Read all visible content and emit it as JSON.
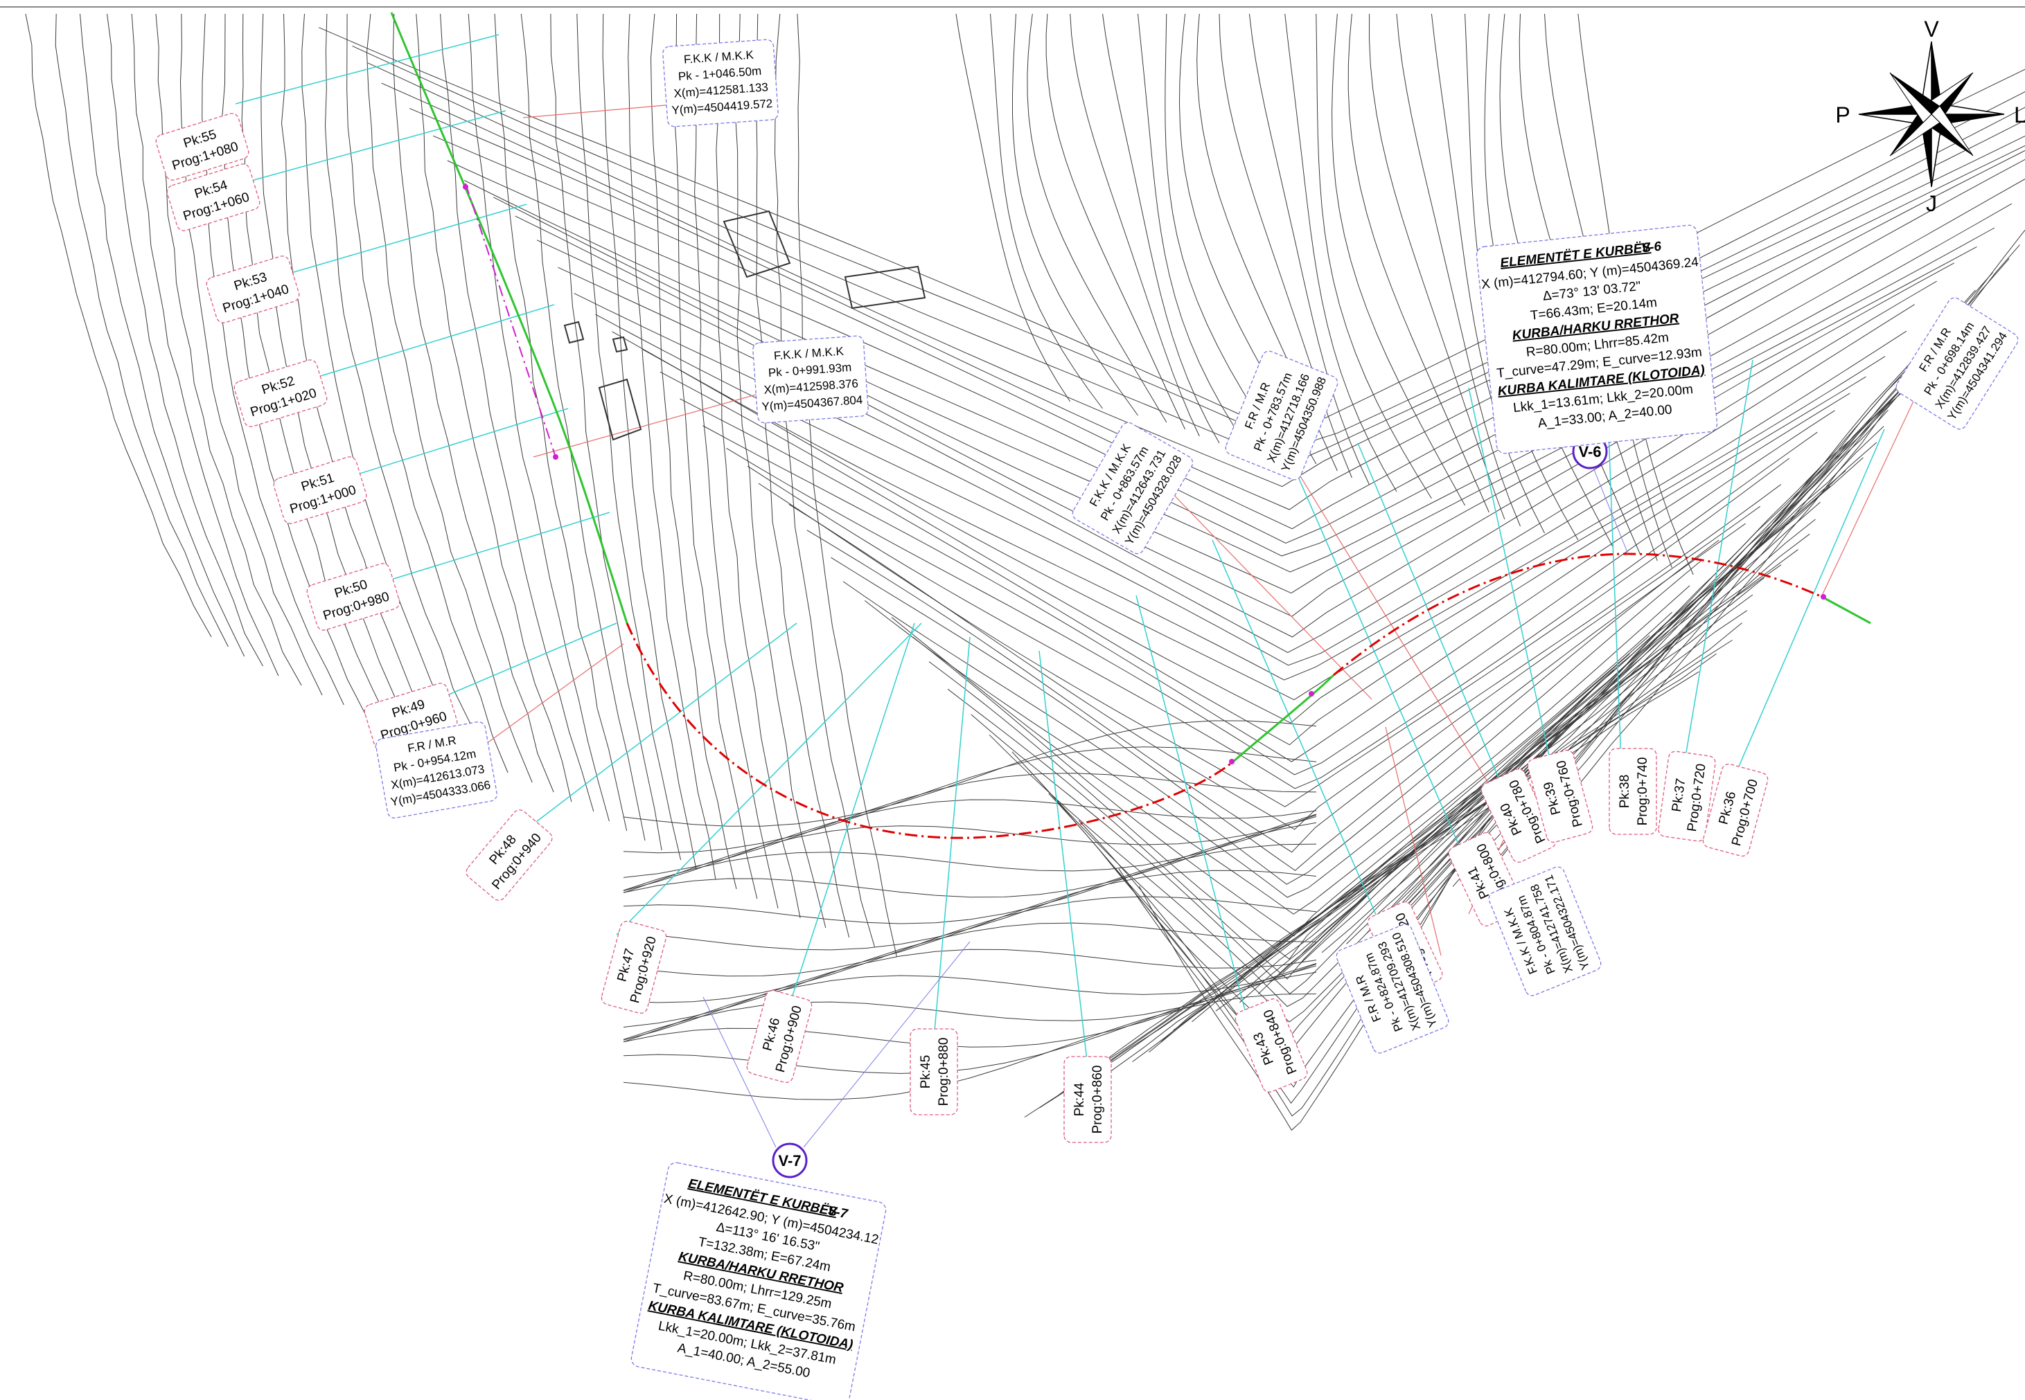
{
  "compass": {
    "north": "V",
    "south": "J",
    "west": "P",
    "east": "L"
  },
  "stations": [
    {
      "pk": "Pk:55",
      "prog": "Prog:1+080"
    },
    {
      "pk": "Pk:54",
      "prog": "Prog:1+060"
    },
    {
      "pk": "Pk:53",
      "prog": "Prog:1+040"
    },
    {
      "pk": "Pk:52",
      "prog": "Prog:1+020"
    },
    {
      "pk": "Pk:51",
      "prog": "Prog:1+000"
    },
    {
      "pk": "Pk:50",
      "prog": "Prog:0+980"
    },
    {
      "pk": "Pk:49",
      "prog": "Prog:0+960"
    },
    {
      "pk": "Pk:48",
      "prog": "Prog:0+940"
    },
    {
      "pk": "Pk:47",
      "prog": "Prog:0+920"
    },
    {
      "pk": "Pk:46",
      "prog": "Prog:0+900"
    },
    {
      "pk": "Pk:45",
      "prog": "Prog:0+880"
    },
    {
      "pk": "Pk:44",
      "prog": "Prog:0+860"
    },
    {
      "pk": "Pk:43",
      "prog": "Prog:0+840"
    },
    {
      "pk": "Pk:42",
      "prog": "Prog:0+820"
    },
    {
      "pk": "Pk:41",
      "prog": "Prog:0+800"
    },
    {
      "pk": "Pk:40",
      "prog": "Prog:0+780"
    },
    {
      "pk": "Pk:39",
      "prog": "Prog:0+760"
    },
    {
      "pk": "Pk:38",
      "prog": "Prog:0+740"
    },
    {
      "pk": "Pk:37",
      "prog": "Prog:0+720"
    },
    {
      "pk": "Pk:36",
      "prog": "Prog:0+700"
    }
  ],
  "points": [
    {
      "title": "F.K.K / M.K.K",
      "pk": "Pk - 1+046.50m",
      "x": "X(m)=412581.133",
      "y": "Y(m)=4504419.572"
    },
    {
      "title": "F.K.K / M.K.K",
      "pk": "Pk - 0+991.93m",
      "x": "X(m)=412598.376",
      "y": "Y(m)=4504367.804"
    },
    {
      "title": "F.R / M.R",
      "pk": "Pk - 0+954.12m",
      "x": "X(m)=412613.073",
      "y": "Y(m)=4504333.066"
    },
    {
      "title": "F.K.K / M.K.K",
      "pk": "Pk - 0+863.57m",
      "x": "X(m)=412643.731",
      "y": "Y(m)=4504328.028"
    },
    {
      "title": "F.R / M.R",
      "pk": "Pk - 0+783.57m",
      "x": "X(m)=412718.166",
      "y": "Y(m)=4504350.988"
    },
    {
      "title": "F.R / M.R",
      "pk": "Pk - 0+824.87m",
      "x": "X(m)=412709.293",
      "y": "Y(m)=4504308.510"
    },
    {
      "title": "F.K.K / M.K.K",
      "pk": "Pk - 0+804.87m",
      "x": "X(m)=412741.758",
      "y": "Y(m)=4504322.171"
    },
    {
      "title": "F.R / M.R",
      "pk": "Pk - 0+698.14m",
      "x": "X(m)=412839.427",
      "y": "Y(m)=4504341.294"
    }
  ],
  "curves": [
    {
      "id": "V-6",
      "heading": "ELEMENTËT E KURBËS",
      "coords": "X (m)=412794.60; Y (m)=4504369.24",
      "delta": "Δ=73° 13' 03.72\"",
      "te": "T=66.43m; E=20.14m",
      "arc_title": "KURBA/HARKU RRETHOR",
      "arc_r": "R=80.00m; Lhrr=85.42m",
      "arc_te": "T_curve=47.29m; E_curve=12.93m",
      "clot_title": "KURBA KALIMTARE (KLOTOIDA)",
      "clot_l": "Lkk_1=13.61m; Lkk_2=20.00m",
      "clot_a": "A_1=33.00; A_2=40.00"
    },
    {
      "id": "V-7",
      "heading": "ELEMENTËT E KURBËS",
      "coords": "X (m)=412642.90; Y (m)=4504234.12",
      "delta": "Δ=113° 16' 16.53\"",
      "te": "T=132.38m; E=67.24m",
      "arc_title": "KURBA/HARKU RRETHOR",
      "arc_r": "R=80.00m; Lhrr=129.25m",
      "arc_te": "T_curve=83.67m; E_curve=35.76m",
      "clot_title": "KURBA KALIMTARE (KLOTOIDA)",
      "clot_l": "Lkk_1=20.00m; Lkk_2=37.81m",
      "clot_a": "A_1=40.00; A_2=55.00"
    }
  ],
  "colors": {
    "contour": "#3a3a3a",
    "section_line": "#33d0d0",
    "offset_line": "#e86a6a",
    "alignment_straight": "#2fc42f",
    "alignment_curve": "#e00000",
    "heading_magenta": "#d21fd2",
    "label_box_red": "#e05a7a",
    "label_box_blue": "#7a7ae8",
    "vertex_circle": "#5a1fc8"
  }
}
